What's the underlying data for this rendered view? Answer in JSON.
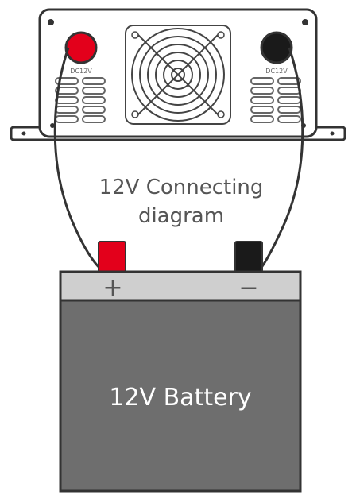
{
  "diagram": {
    "caption_line1": "12V Connecting",
    "caption_line2": "diagram",
    "battery_label": "12V Battery",
    "positive_sign": "+",
    "negative_sign": "−",
    "positive_terminal_label": "DC12V",
    "negative_terminal_label": "DC12V",
    "colors": {
      "positive": "#e3001b",
      "negative": "#1a1a1a",
      "battery_body": "#6e6e6e",
      "battery_top": "#cfcfcf",
      "outline": "#333333"
    }
  }
}
